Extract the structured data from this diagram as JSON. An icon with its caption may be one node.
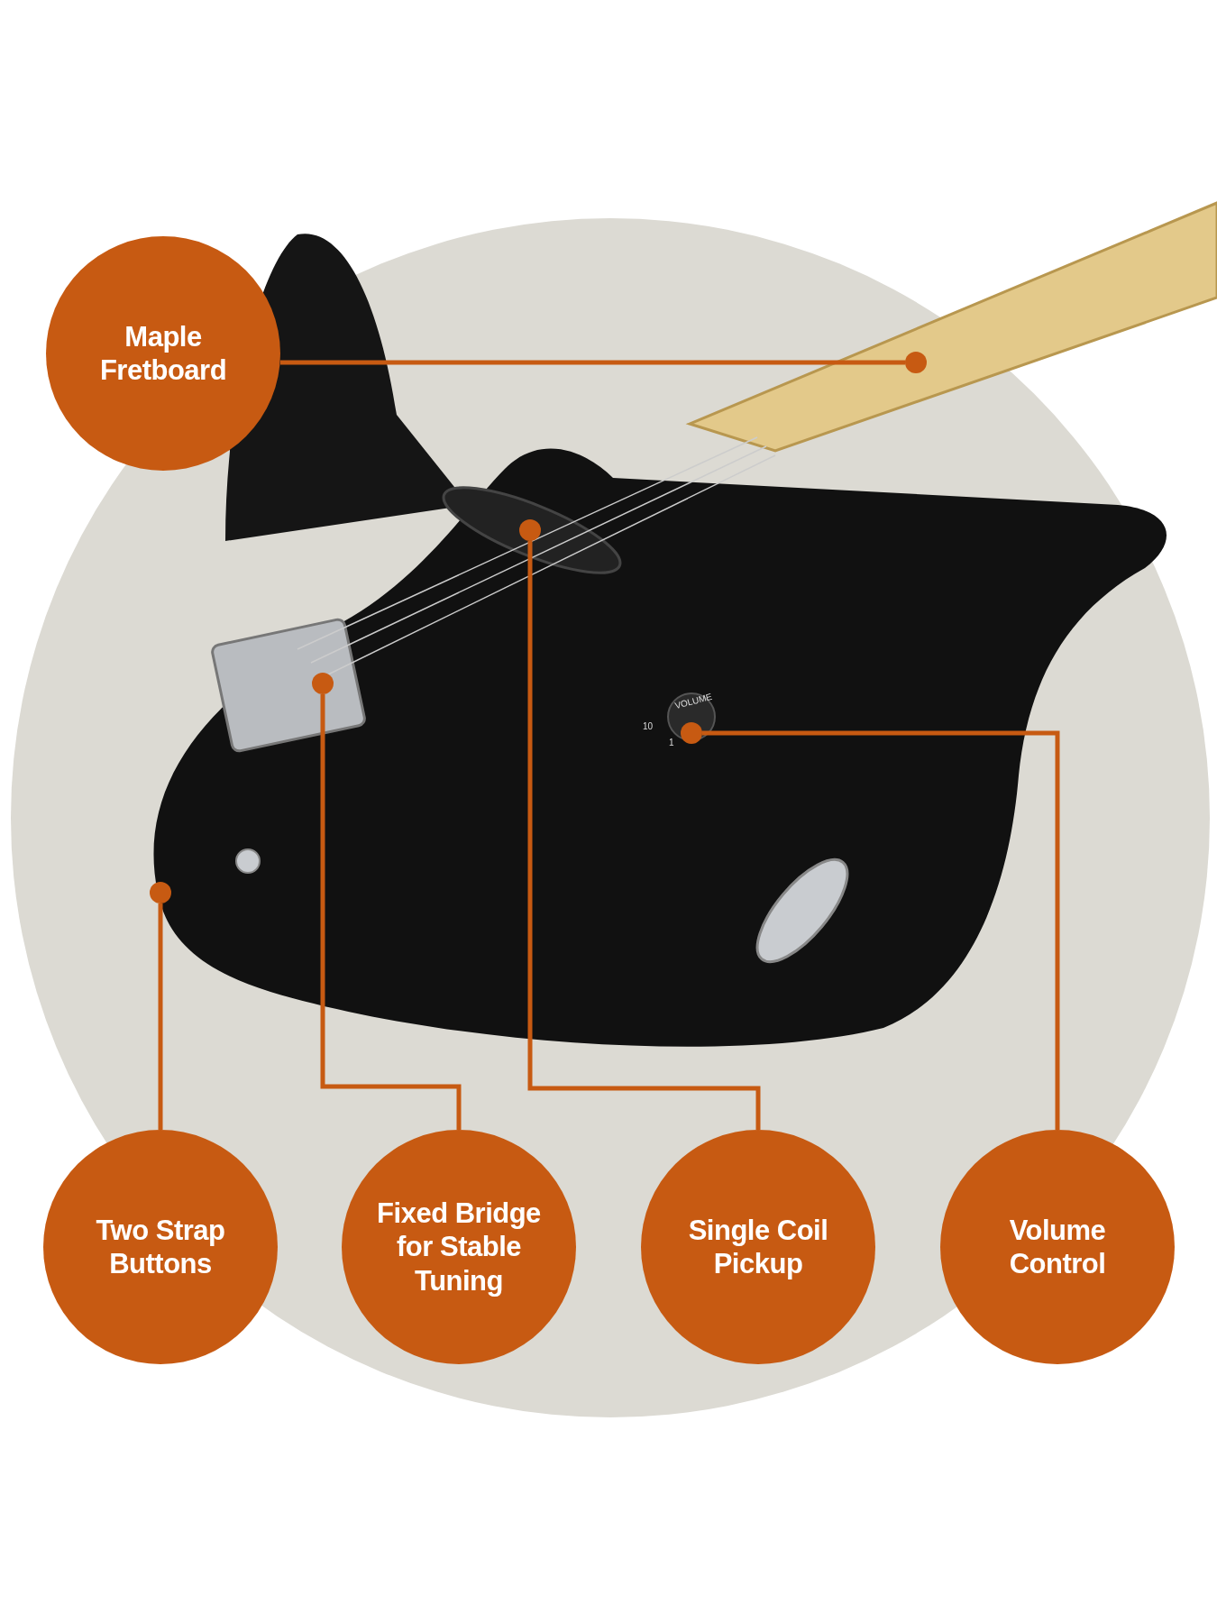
{
  "diagram": {
    "nodes": [
      {
        "text": [
          "Maple Fretboard"
        ]
      },
      {
        "text": [],
        "shape": "circle"
      },
      {
        "text": [],
        "shape": "circle"
      },
      {
        "text": [],
        "shape": "circle"
      },
      {
        "text": [],
        "shape": "circle"
      },
      {
        "text": [],
        "shape": "circle"
      },
      {
        "text": [
          "Two Strap Buttons"
        ]
      },
      {
        "text": [
          "Fixed Bridge for Stable Tuning"
        ]
      },
      {
        "text": [
          "Single Coil Pickup"
        ]
      },
      {
        "text": [
          "Volume Control"
        ]
      }
    ],
    "edges": [
      {
        "from": 0,
        "to": 1,
        "arrow": "none"
      },
      {
        "from": 8,
        "to": 2,
        "arrow": "none"
      },
      {
        "from": 7,
        "to": 3,
        "arrow": "none"
      },
      {
        "from": 9,
        "to": 4,
        "arrow": "none"
      },
      {
        "from": 6,
        "to": 5,
        "arrow": "none"
      }
    ],
    "labels": [
      "VOLUME",
      "10",
      "1"
    ]
  }
}
